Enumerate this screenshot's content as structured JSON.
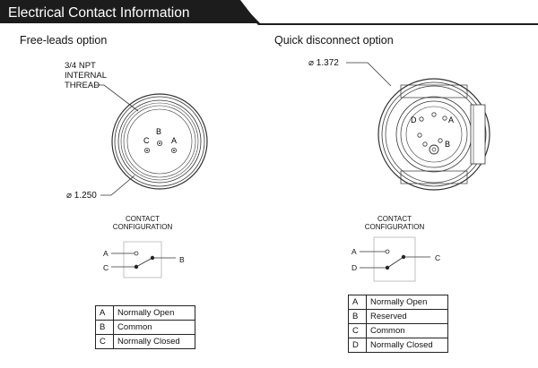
{
  "header": {
    "title": "Electrical Contact Information",
    "bar_color": "#1c1c1c",
    "text_color": "#ffffff"
  },
  "free_leads": {
    "title": "Free-leads option",
    "thread_label": [
      "3/4 NPT",
      "INTERNAL",
      "THREAD"
    ],
    "diameter_label": "⌀ 1.250",
    "pins": [
      "C",
      "B",
      "A"
    ],
    "config_title": [
      "CONTACT",
      "CONFIGURATION"
    ],
    "switch_labels": [
      "A",
      "C",
      "B"
    ],
    "table": [
      {
        "key": "A",
        "value": "Normally Open"
      },
      {
        "key": "B",
        "value": "Common"
      },
      {
        "key": "C",
        "value": "Normally Closed"
      }
    ]
  },
  "quick_disconnect": {
    "title": "Quick disconnect option",
    "diameter_label": "⌀ 1.372",
    "pins": [
      "D",
      "A",
      "B"
    ],
    "config_title": [
      "CONTACT",
      "CONFIGURATION"
    ],
    "switch_labels": [
      "A",
      "D",
      "C"
    ],
    "table": [
      {
        "key": "A",
        "value": "Normally Open"
      },
      {
        "key": "B",
        "value": "Reserved"
      },
      {
        "key": "C",
        "value": "Common"
      },
      {
        "key": "D",
        "value": "Normally Closed"
      }
    ]
  }
}
